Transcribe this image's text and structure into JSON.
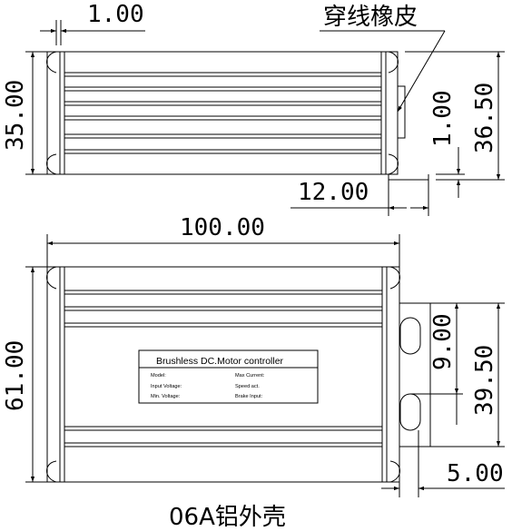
{
  "top_view": {
    "dim_rib_width": "1.00",
    "dim_height": "35.00",
    "dim_outer_height": "36.50",
    "dim_flange_thickness": "1.00",
    "dim_flange_width": "12.00",
    "grommet_callout": "穿线橡皮"
  },
  "front_view": {
    "dim_length": "100.00",
    "dim_height": "61.00",
    "dim_hole_spacing": "39.50",
    "dim_hole_offset": "9.00",
    "dim_flange_width": "5.00"
  },
  "label_plate": {
    "title": "Brushless DC.Motor controller",
    "fields_left": [
      "Model:",
      "Input Voltage:",
      "Min. Voltage:"
    ],
    "fields_right": [
      "Max Current:",
      "Speed act.",
      "Brake Input:"
    ]
  },
  "caption": "06A铝外壳"
}
